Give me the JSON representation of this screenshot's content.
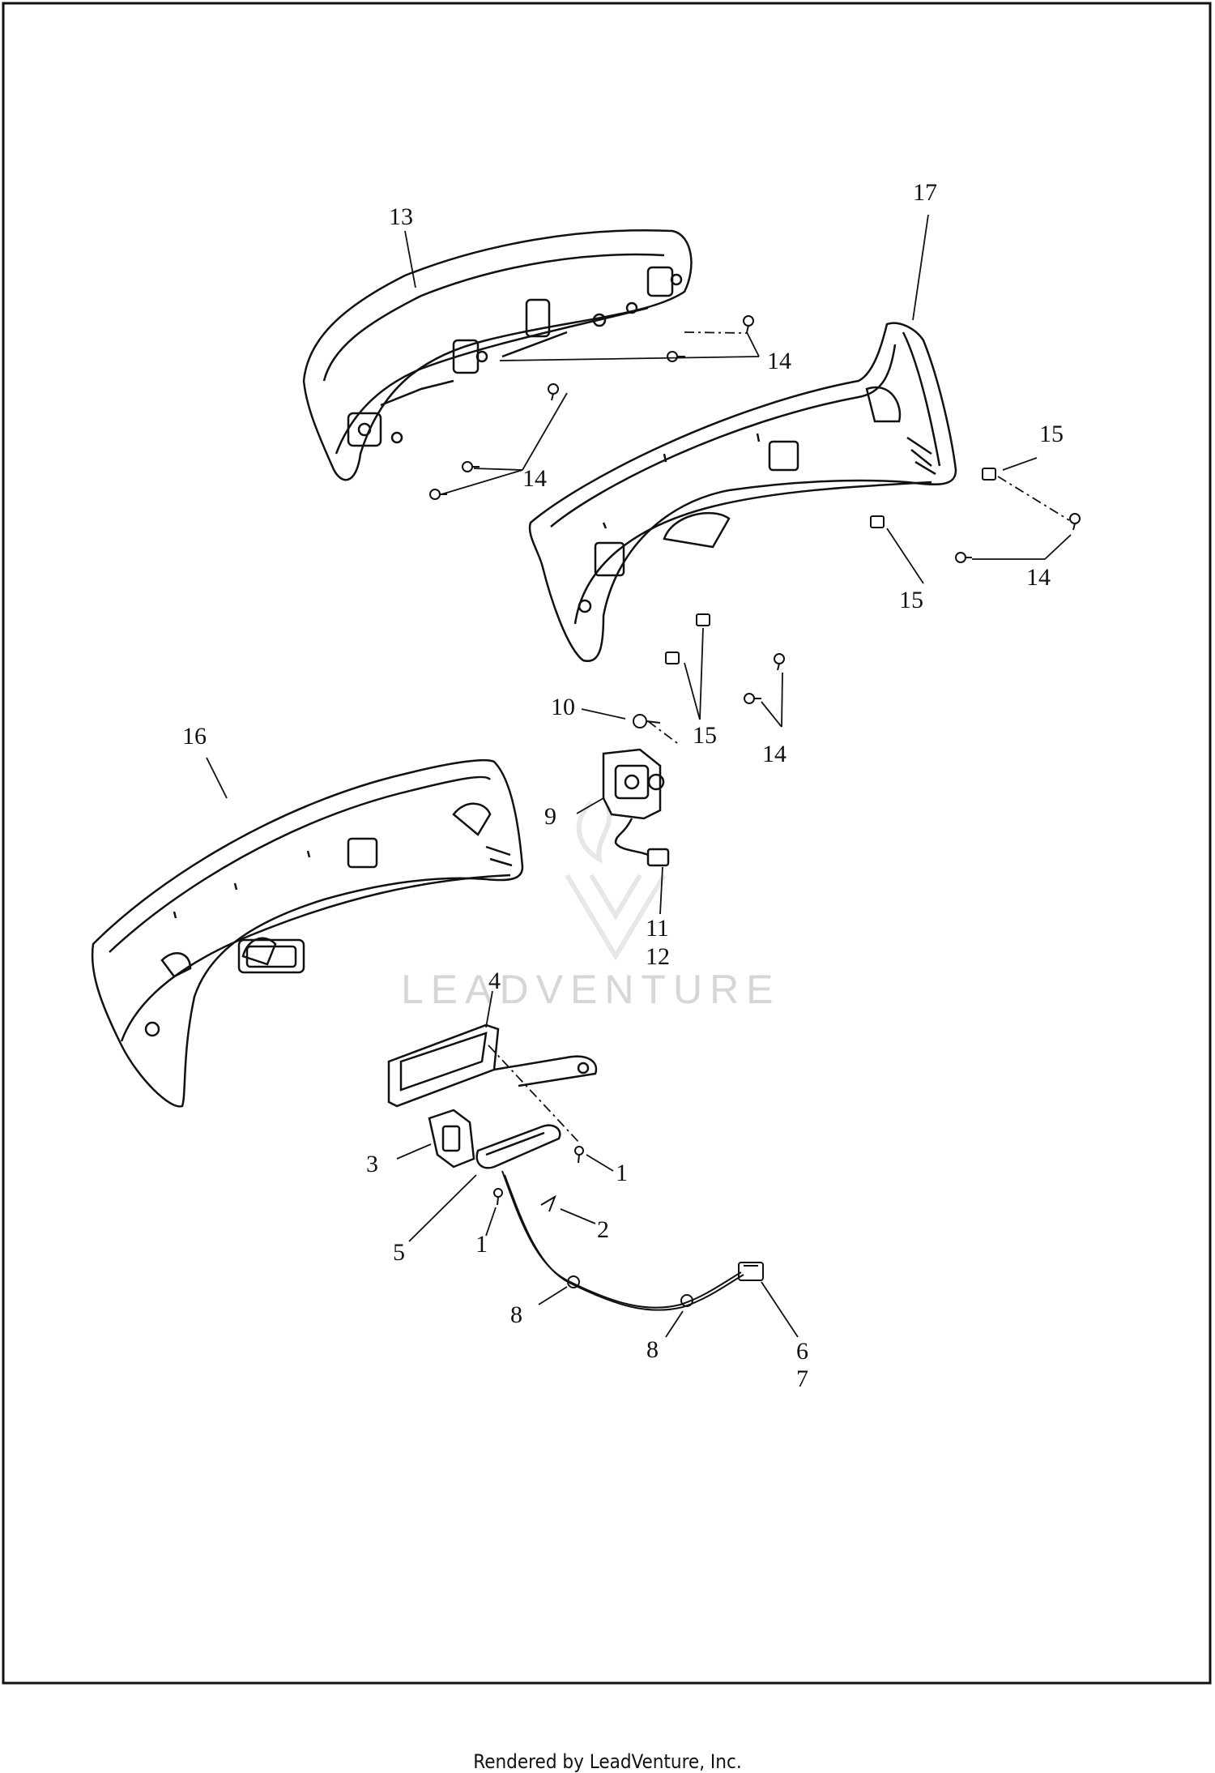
{
  "diagram": {
    "watermark": "LEADVENTURE",
    "callouts": {
      "c13": "13",
      "c17": "17",
      "c14a": "14",
      "c14b": "14",
      "c14c": "14",
      "c14d": "14",
      "c15a": "15",
      "c15b": "15",
      "c15c": "15",
      "c16": "16",
      "c10": "10",
      "c9": "9",
      "c11": "11",
      "c12": "12",
      "c4": "4",
      "c3": "3",
      "c1a": "1",
      "c1b": "1",
      "c5": "5",
      "c2": "2",
      "c8a": "8",
      "c8b": "8",
      "c6": "6",
      "c7": "7"
    }
  },
  "footer": "Rendered by LeadVenture, Inc."
}
